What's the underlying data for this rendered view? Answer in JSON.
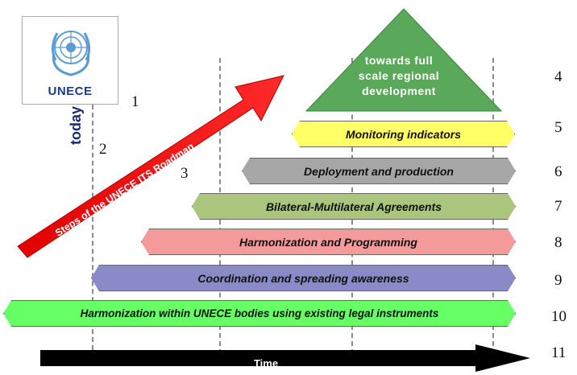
{
  "logo": {
    "text": "UNECE"
  },
  "today_label": "today",
  "arrow_label": "Steps of the UNECE ITS Roadmap",
  "triangle": {
    "line1": "towards full",
    "line2": "scale regional",
    "line3": "development"
  },
  "bars": [
    {
      "label": "Monitoring indicators",
      "color": "#ffff66"
    },
    {
      "label": "Deployment and production",
      "color": "#a6a6a6"
    },
    {
      "label": "Bilateral-Multilateral Agreements",
      "color": "#a9c67c"
    },
    {
      "label": "Harmonization and Programming",
      "color": "#f59a9a"
    },
    {
      "label": "Coordination and spreading awareness",
      "color": "#8a8ac8"
    },
    {
      "label": "Harmonization within UNECE bodies using existing legal instruments",
      "color": "#66ff66"
    }
  ],
  "time_label": "Time",
  "numbers": [
    "1",
    "2",
    "3",
    "4",
    "5",
    "6",
    "7",
    "8",
    "9",
    "10",
    "11"
  ]
}
